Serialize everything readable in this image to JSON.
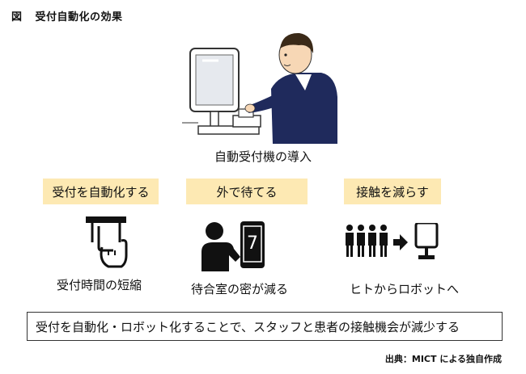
{
  "figure": {
    "label": "図",
    "title": "受付自動化の効果"
  },
  "main_illustration": {
    "caption": "自動受付機の導入"
  },
  "effects": [
    {
      "tag": "受付を自動化する",
      "caption": "受付時間の短縮",
      "icon": "hand-card-reader-icon"
    },
    {
      "tag": "外で待てる",
      "caption": "待合室の密が減る",
      "icon": "person-phone-icon",
      "phone_number": "7"
    },
    {
      "tag": "接触を減らす",
      "caption": "ヒトからロボットへ",
      "icon": "crowd-to-kiosk-icon"
    }
  ],
  "summary": "受付を自動化・ロボット化することで、スタッフと患者の接触機会が減少する",
  "source": "出典：MICT による独自作成",
  "colors": {
    "tag_background": "#fde9b3",
    "jacket": "#1f2a5c",
    "icon": "#111111"
  }
}
